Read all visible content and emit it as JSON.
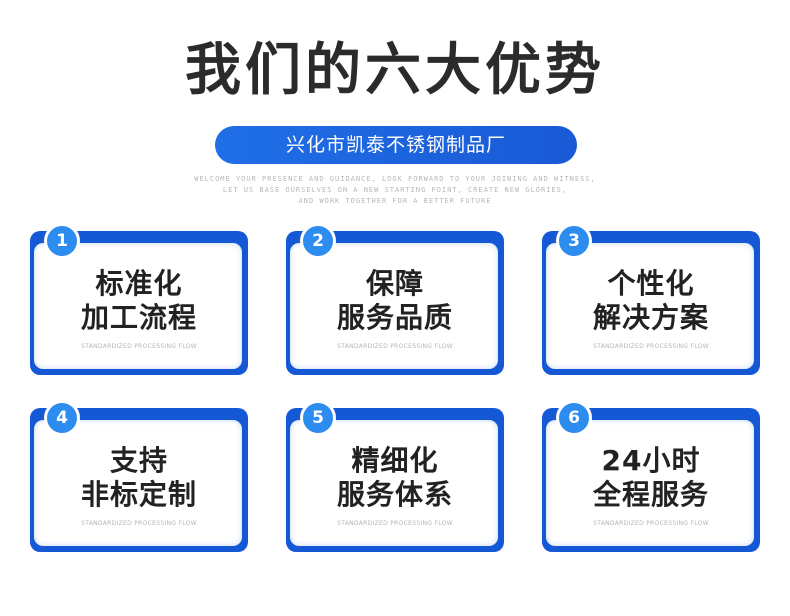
{
  "title": "我们的六大优势",
  "subtitle": "兴化市凯泰不锈钢制品厂",
  "welcome_lines": [
    "WELCOME YOUR PRESENCE AND GUIDANCE, LOOK FORWARD TO YOUR JOINING AND WITNESS,",
    "LET US BASE OURSELVES ON A NEW STARTING POINT, CREATE NEW GLORIES,",
    "AND WORK TOGETHER FOR A BETTER FUTURE"
  ],
  "cards": [
    {
      "num": "1",
      "line1": "标准化",
      "line2": "加工流程",
      "en": "STANDARDIZED PROCESSING FLOW"
    },
    {
      "num": "2",
      "line1": "保障",
      "line2": "服务品质",
      "en": "STANDARDIZED PROCESSING FLOW"
    },
    {
      "num": "3",
      "line1": "个性化",
      "line2": "解决方案",
      "en": "STANDARDIZED PROCESSING FLOW"
    },
    {
      "num": "4",
      "line1": "支持",
      "line2": "非标定制",
      "en": "STANDARDIZED PROCESSING FLOW"
    },
    {
      "num": "5",
      "line1": "精细化",
      "line2": "服务体系",
      "en": "STANDARDIZED PROCESSING FLOW"
    },
    {
      "num": "6",
      "line1": "24小时",
      "line2": "全程服务",
      "en": "STANDARDIZED PROCESSING FLOW"
    }
  ],
  "colors": {
    "accent": "#1558d6",
    "badge": "#2d8cf0",
    "title": "#2b2b2b"
  }
}
